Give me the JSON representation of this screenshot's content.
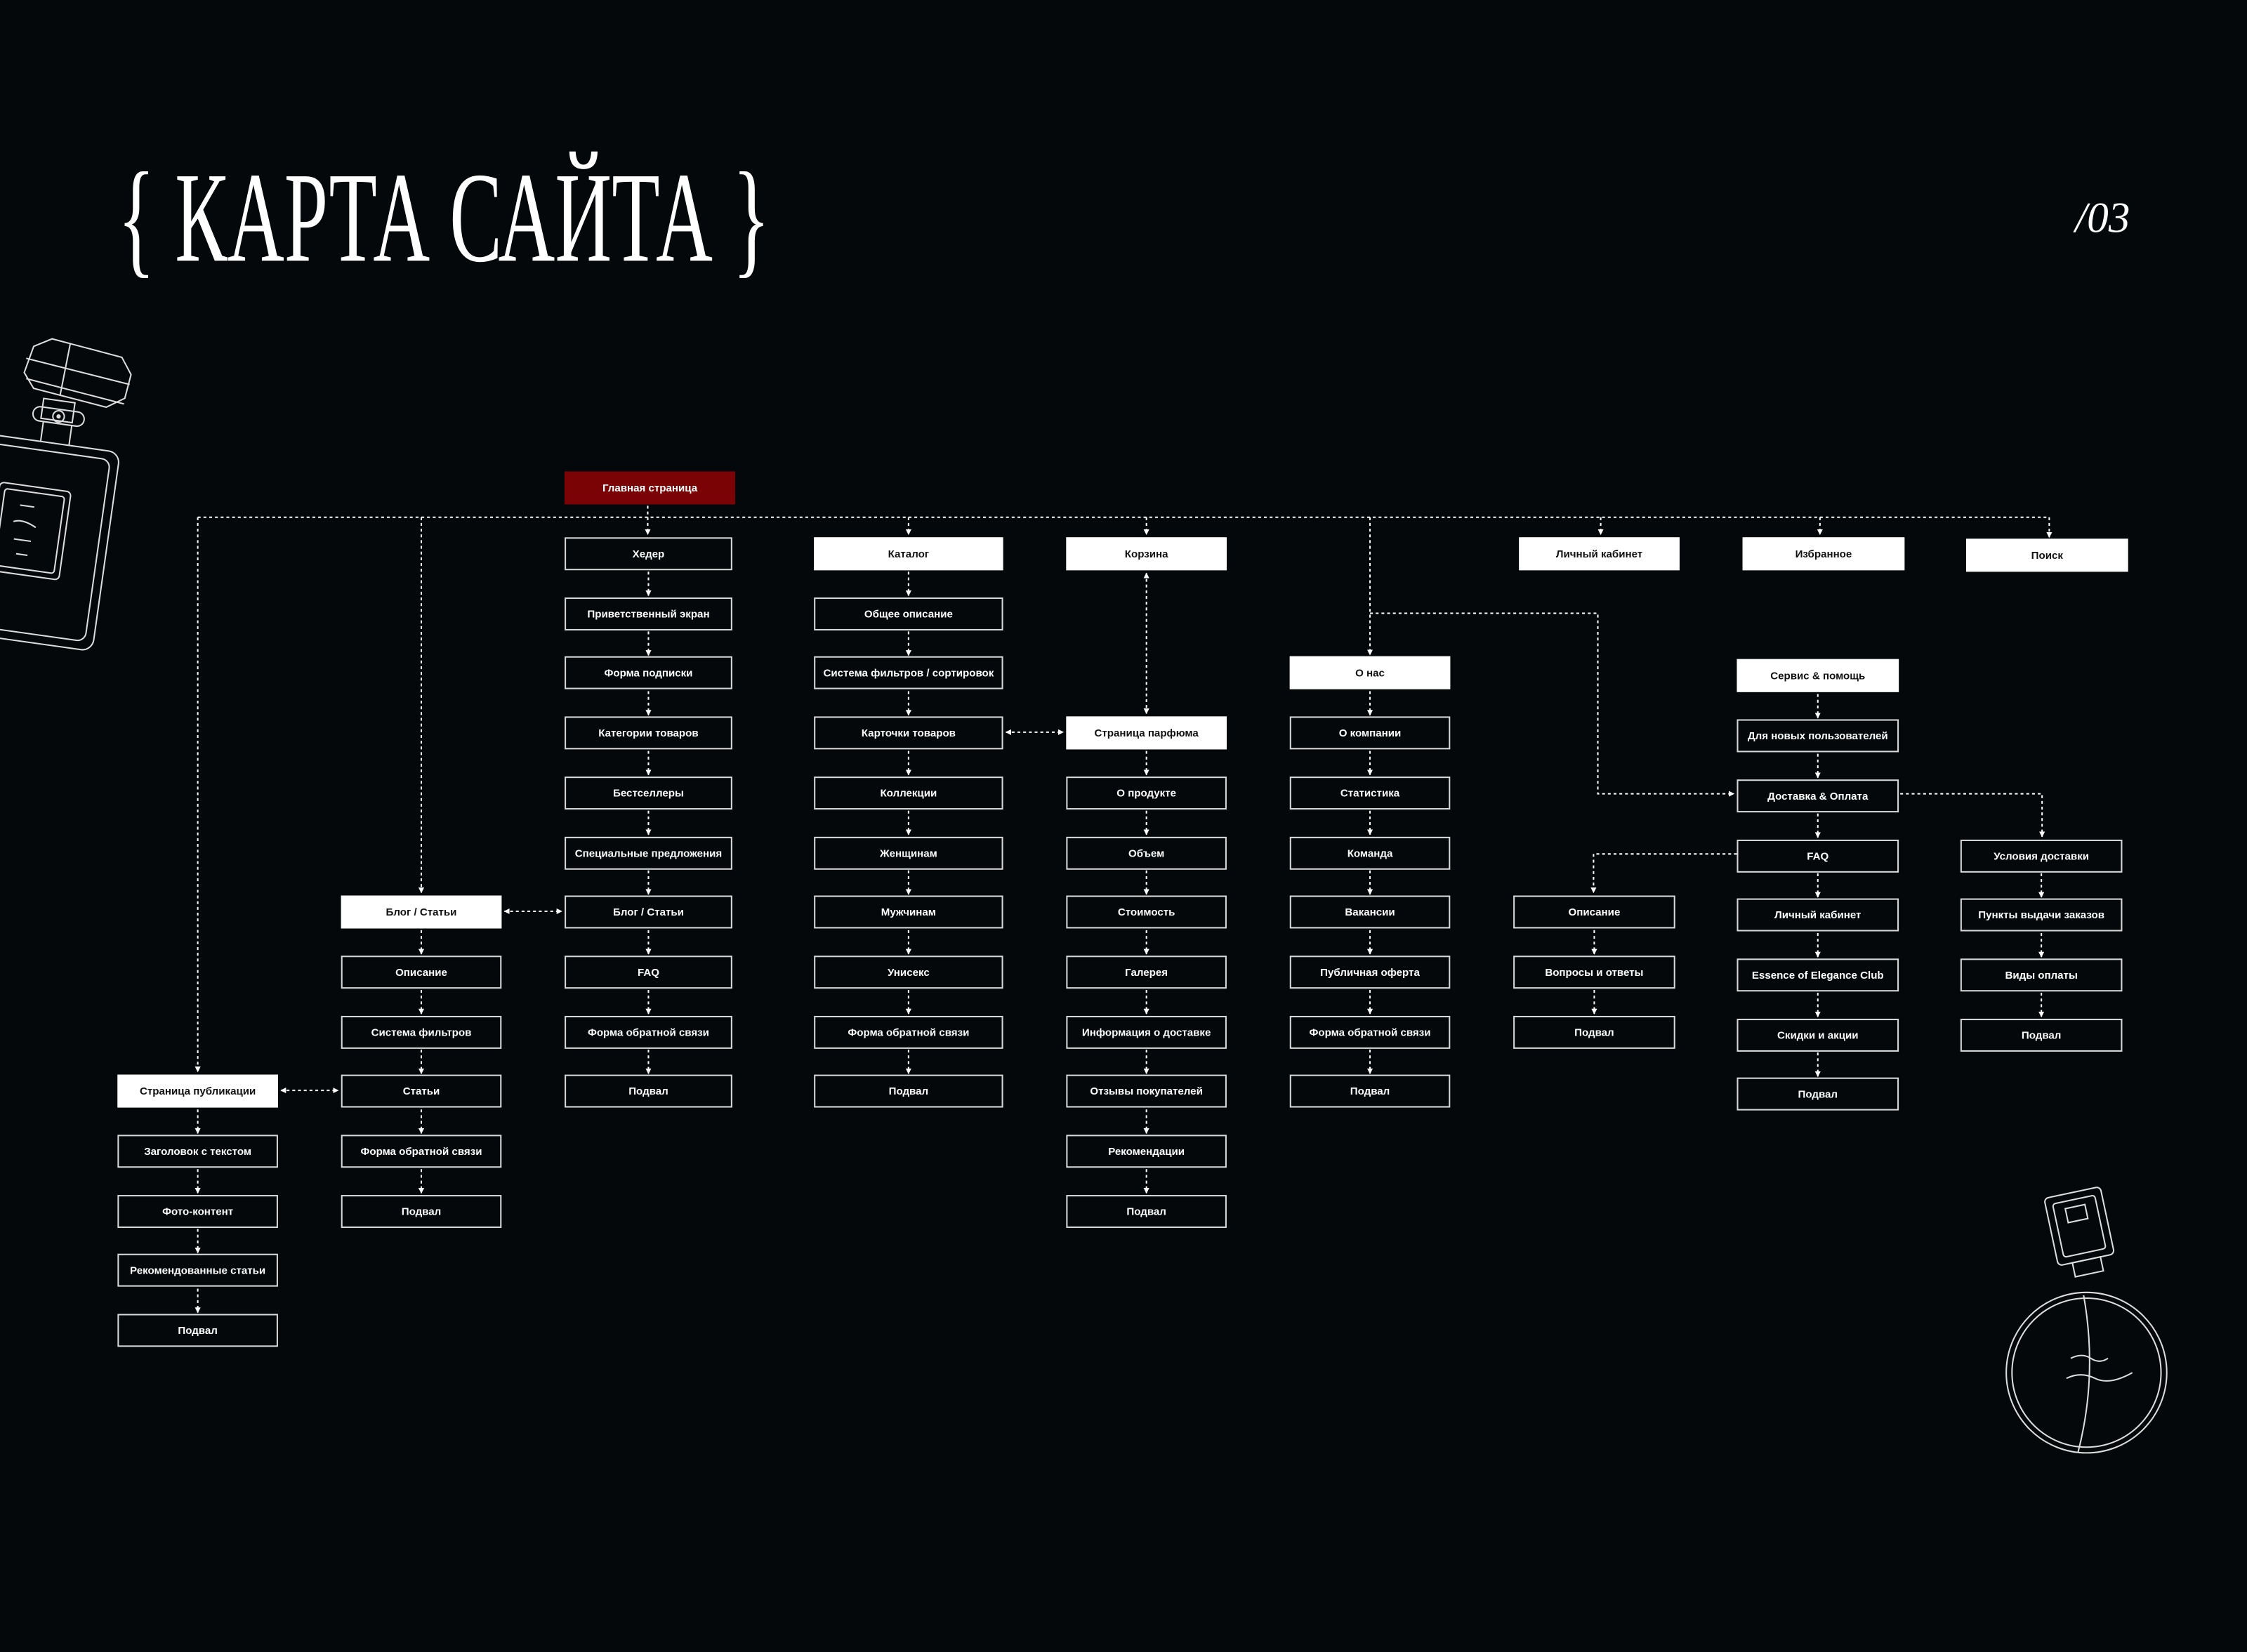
{
  "header": {
    "brace_open": "{",
    "title": "КАРТА САЙТА",
    "brace_close": "}",
    "page_number": "/03"
  },
  "root": "Главная страница",
  "columns": [
    {
      "items": [
        "Страница публикации",
        "Заголовок с текстом",
        "Фото-контент",
        "Рекомендованные статьи",
        "Подвал"
      ]
    },
    {
      "items": [
        "Блог / Статьи",
        "Описание",
        "Система фильтров",
        "Статьи",
        "Форма обратной связи",
        "Подвал"
      ]
    },
    {
      "items": [
        "Хедер",
        "Приветственный экран",
        "Форма подписки",
        "Категории товаров",
        "Бестселлеры",
        "Специальные предложения",
        "Блог / Статьи",
        "FAQ",
        "Форма обратной связи",
        "Подвал"
      ]
    },
    {
      "items": [
        "Каталог",
        "Общее описание",
        "Система фильтров / сортировок",
        "Карточки товаров",
        "Коллекции",
        "Женщинам",
        "Мужчинам",
        "Унисекс",
        "Форма обратной связи",
        "Подвал"
      ]
    },
    {
      "items": [
        "Корзина",
        "Страница парфюма",
        "О продукте",
        "Объем",
        "Стоимость",
        "Галерея",
        "Информация о доставке",
        "Отзывы покупателей",
        "Рекомендации",
        "Подвал"
      ]
    },
    {
      "items": [
        "О нас",
        "О компании",
        "Статистика",
        "Команда",
        "Вакансии",
        "Публичная оферта",
        "Форма обратной связи",
        "Подвал"
      ]
    },
    {
      "items": [
        "Личный кабинет"
      ]
    },
    {
      "items": [
        "Избранное"
      ]
    },
    {
      "items": [
        "Поиск"
      ]
    },
    {
      "items": [
        "Сервис & помощь",
        "Для новых пользователей",
        "Доставка & Оплата",
        "FAQ",
        "Личный кабинет",
        "Essence of Elegance Club",
        "Скидки и акции",
        "Подвал"
      ]
    },
    {
      "items": [
        "Описание",
        "Вопросы и ответы",
        "Подвал"
      ]
    },
    {
      "items": [
        "Условия доставки",
        "Пункты выдачи заказов",
        "Виды оплаты",
        "Подвал"
      ]
    }
  ],
  "colors": {
    "background": "#04080b",
    "root": "#7a0306",
    "line": "#ffffff"
  }
}
